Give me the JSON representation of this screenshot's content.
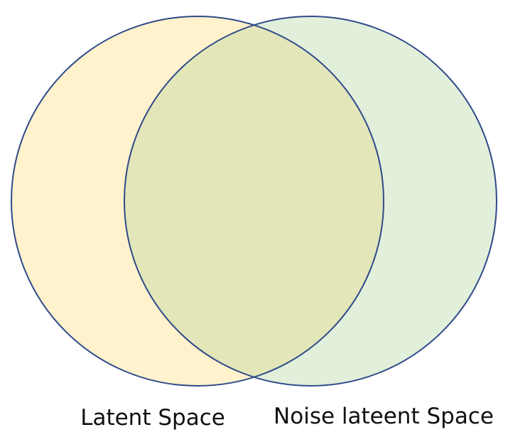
{
  "diagram": {
    "type": "venn",
    "sets": [
      {
        "label": "Latent Space",
        "fill": "#fff2cc",
        "stroke": "#2f4a8a"
      },
      {
        "label": "Noise lateent Space",
        "fill": "#e2efda",
        "stroke": "#2f4a8a"
      }
    ],
    "overlap_fill": "#e2e6b8"
  }
}
